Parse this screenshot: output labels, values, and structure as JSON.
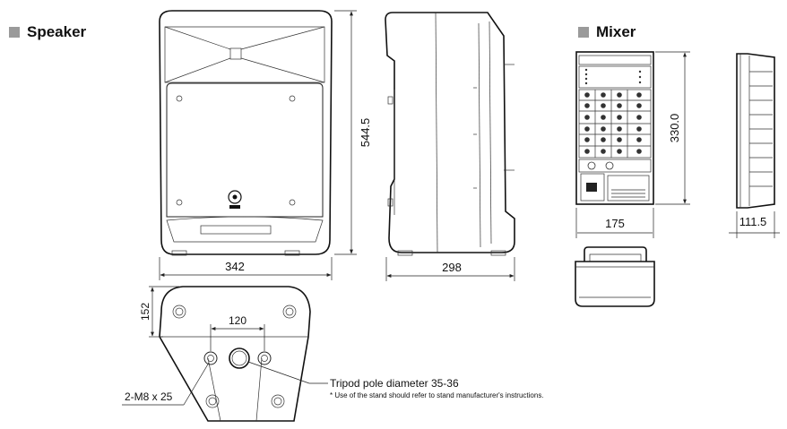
{
  "headings": {
    "speaker": "Speaker",
    "mixer": "Mixer"
  },
  "dimensions": {
    "speaker_height": "544.5",
    "speaker_front_width": "342",
    "speaker_side_depth": "298",
    "speaker_bottom_depth": "152",
    "mount_spacing": "120",
    "mixer_height": "330.0",
    "mixer_width": "175",
    "mixer_depth": "111.5"
  },
  "labels": {
    "screws": "2-M8 x 25",
    "tripod": "Tripod pole diameter 35-36",
    "stand_note": "* Use of the stand should refer to stand manufacturer's instructions."
  },
  "colors": {
    "heading_square": "#9a9a9a",
    "line": "#222222"
  }
}
